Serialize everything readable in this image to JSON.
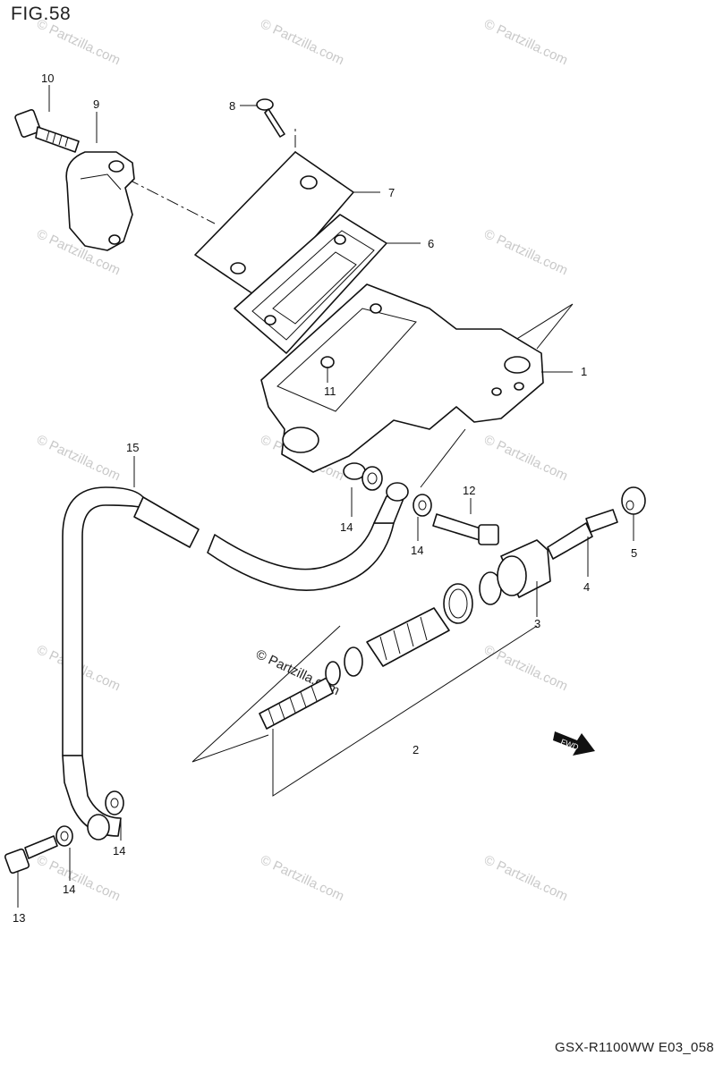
{
  "figure": {
    "title": "FIG.58",
    "code": "GSX-R1100WW  E03_058"
  },
  "callouts": [
    "1",
    "2",
    "3",
    "4",
    "5",
    "6",
    "7",
    "8",
    "9",
    "10",
    "11",
    "12",
    "13",
    "14",
    "15"
  ],
  "watermarks": {
    "text": "© Partzilla.com",
    "center_text": "© Partzilla.com"
  },
  "direction_arrow": {
    "label": "FWD"
  }
}
